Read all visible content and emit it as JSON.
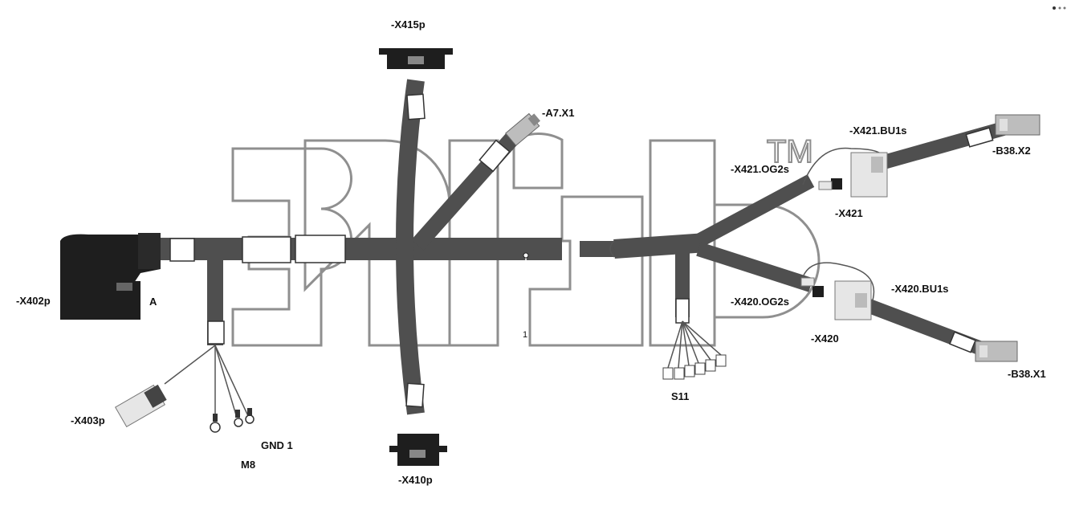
{
  "labels": {
    "x415p": "-X415p",
    "a7x1": "-A7.X1",
    "x421bu1s": "-X421.BU1s",
    "b38x2": "-B38.X2",
    "x421og2s": "-X421.OG2s",
    "x421": "-X421",
    "x402p": "-X402p",
    "a": "A",
    "x420bu1s": "-X420.BU1s",
    "x420og2s": "-X420.OG2s",
    "x420": "-X420",
    "b38x1": "-B38.X1",
    "pin1": "1",
    "s11": "S11",
    "x403p": "-X403p",
    "gnd1": "GND 1",
    "m8": "M8",
    "x410p": "-X410p"
  },
  "watermark": {
    "text": "3Dtek",
    "trademark": "TM"
  },
  "colors": {
    "cable": "#4f4f4f",
    "connector_dark": "#1e1e1e",
    "watermark_outline": "#8f8f8f"
  }
}
